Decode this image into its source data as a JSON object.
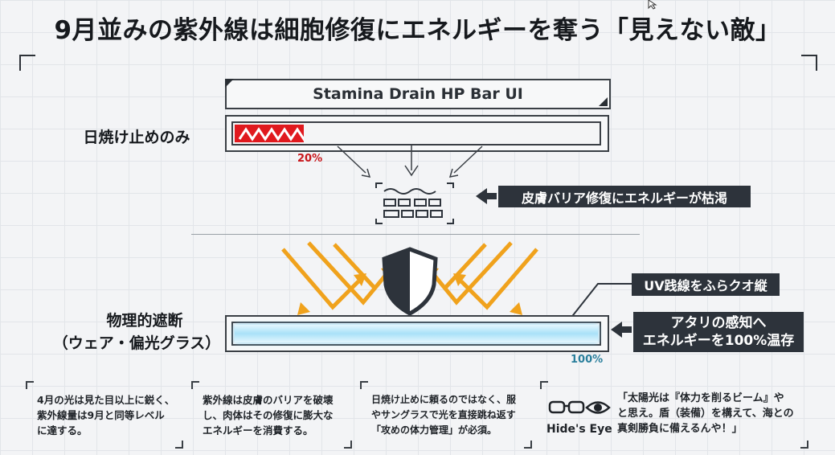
{
  "title": "9月並みの紫外線は細胞修復にエネルギーを奪う「見えない敵」",
  "hp_ui": {
    "title": "Stamina Drain HP Bar UI"
  },
  "sunscreen_row": {
    "label": "日焼け止めのみ",
    "percent_label": "20%",
    "fill_fraction": 0.2,
    "callout": "皮膚バリア修復にエネルギーが枯渇",
    "fill_color": "#e0191e"
  },
  "physical_row": {
    "label_line1": "物理的遮断",
    "label_line2": "（ウェア・偏光グラス）",
    "percent_label": "100%",
    "fill_fraction": 1.0,
    "callout_uv": "UV践線をふらクオ縦",
    "callout_save_line1": "アタリの感知へ",
    "callout_save_line2": "エネルギーを100%温存",
    "fill_color": "#bfe9fb"
  },
  "notes": [
    {
      "lines": [
        "4月の光は見た目以上に鋭く、",
        "紫外線量は9月と同等レベル",
        "に達する。"
      ]
    },
    {
      "lines": [
        "紫外線は皮膚のバリアを破壊",
        "し、肉体はその修復に膨大な",
        "エネルギーを消費する。"
      ]
    },
    {
      "lines": [
        "日焼け止めに頼るのではなく、服",
        "やサングラスで光を直接跳ね返す",
        "「攻めの体力管理」が必須。"
      ]
    }
  ],
  "hides_eye": {
    "caption": "Hide's Eye",
    "quote_lines": [
      "「太陽光は『体力を削るビーム』や",
      "と思え。盾（装備）を構えて、海との",
      "真剣勝負に備えるんや！」"
    ]
  },
  "colors": {
    "arrow_orange": "#f0a21c",
    "dark": "#2d333b"
  }
}
